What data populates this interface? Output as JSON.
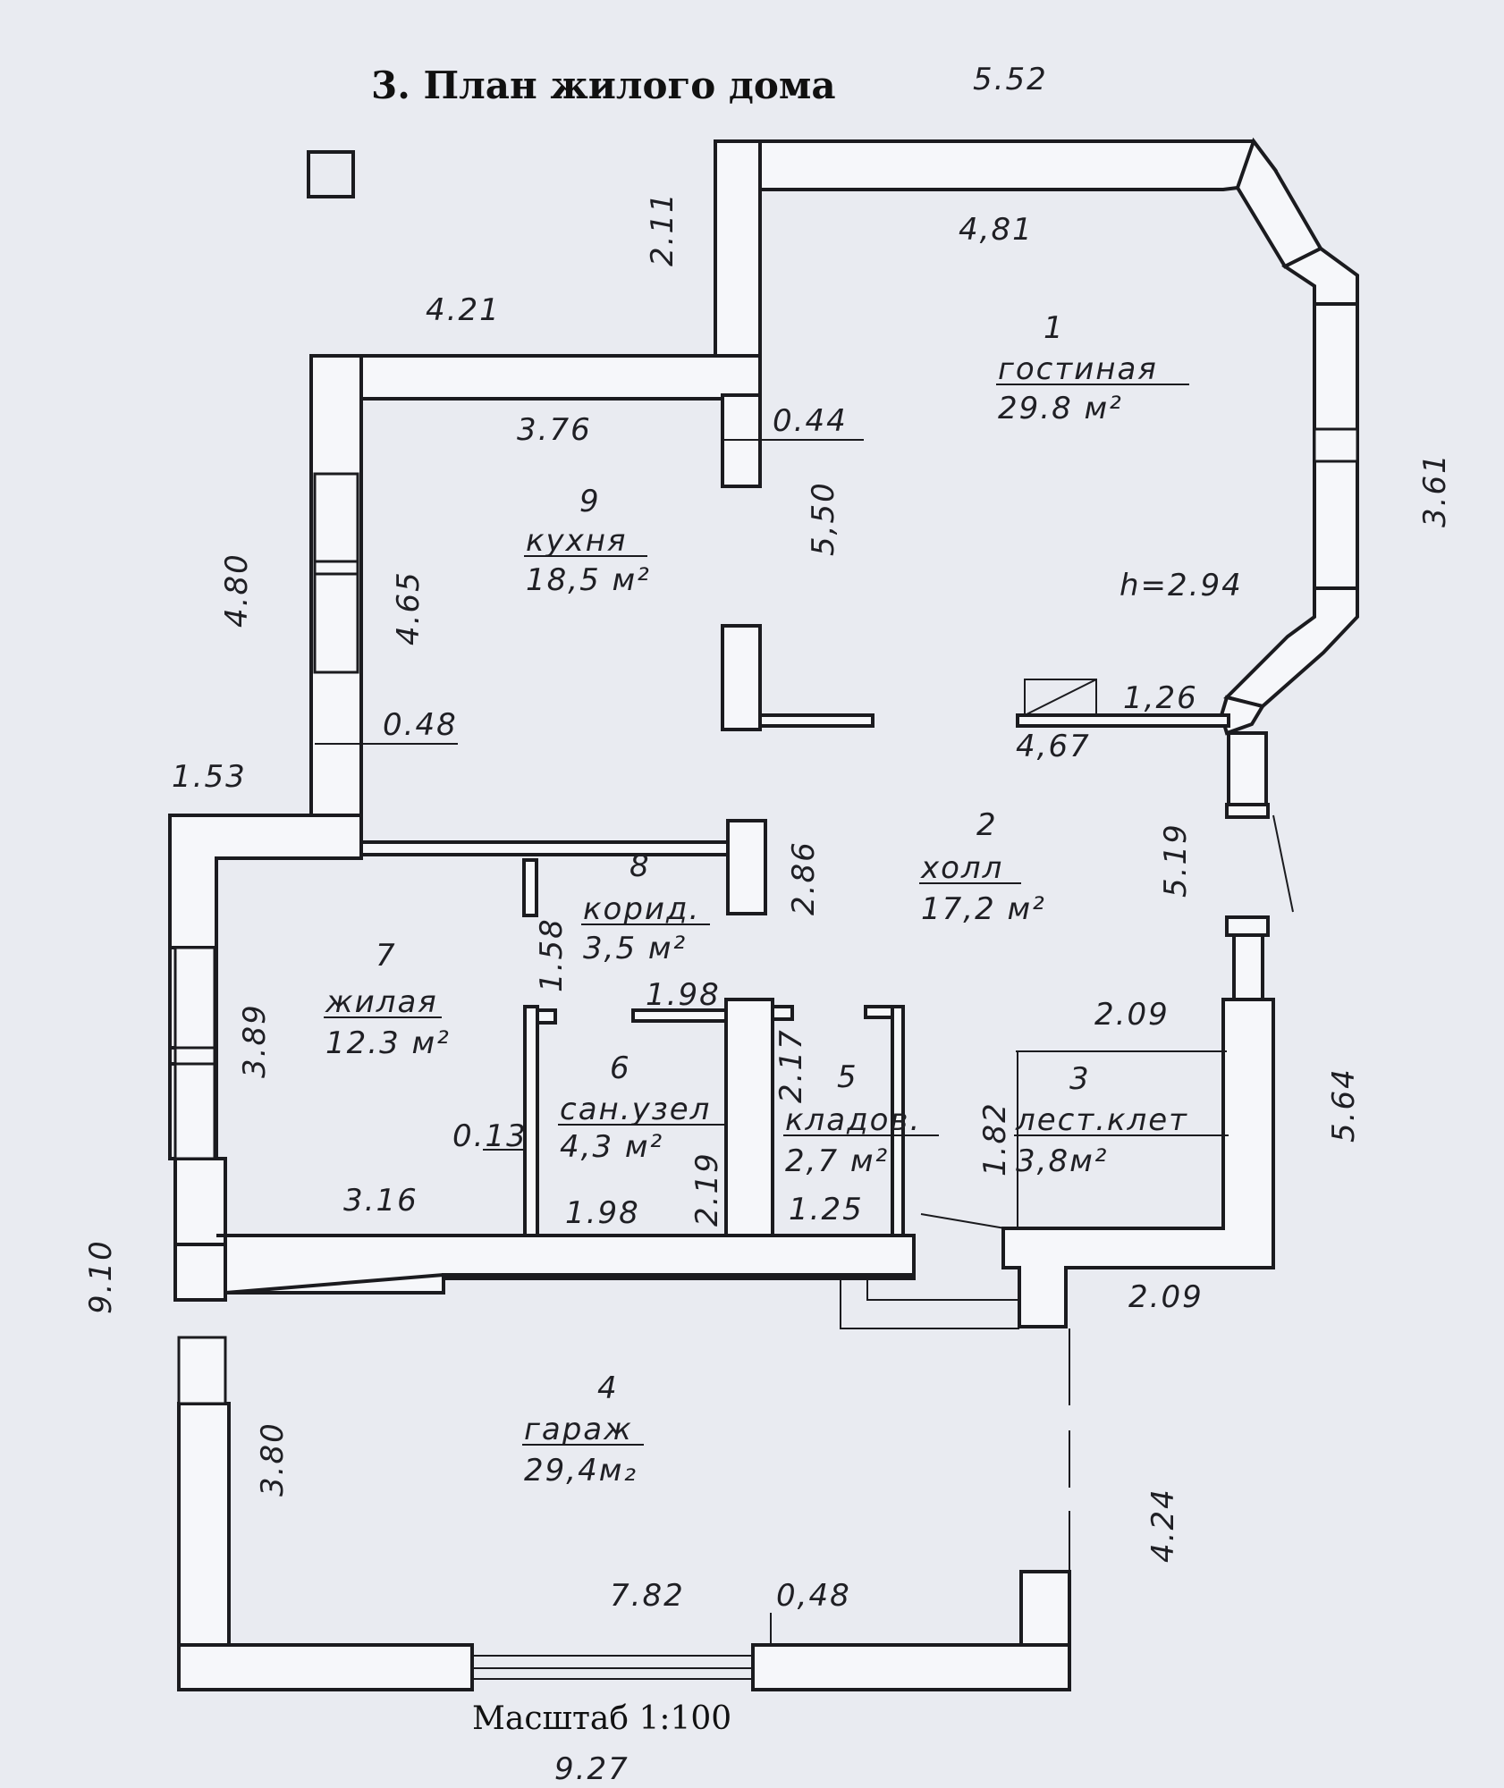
{
  "title": "3. План жилого дома",
  "scale_label": "Масштаб 1:100",
  "ceiling_height": "h=2.94",
  "rooms": [
    {
      "number": "1",
      "name": "гостиная",
      "area": "29.8  м²"
    },
    {
      "number": "2",
      "name": "холл",
      "area": "17,2  м²"
    },
    {
      "number": "3",
      "name": "лест.клет",
      "area": "3,8м²"
    },
    {
      "number": "4",
      "name": "гараж",
      "area": "29,4м₂"
    },
    {
      "number": "5",
      "name": "кладов.",
      "area": "2,7  м²"
    },
    {
      "number": "6",
      "name": "сан.узел",
      "area": "4,3  м²"
    },
    {
      "number": "7",
      "name": "жилая",
      "area": "12.3  м²"
    },
    {
      "number": "8",
      "name": "корид.",
      "area": "3,5  м²"
    },
    {
      "number": "9",
      "name": "кухня",
      "area": "18,5  м²"
    }
  ],
  "dimensions": [
    "5.52",
    "4,81",
    "2.11",
    "4.21",
    "3.76",
    "0.44",
    "5,50",
    "3.61",
    "4.80",
    "4.65",
    "0.48",
    "1.53",
    "1,26",
    "4,67",
    "5.19",
    "2.86",
    "1.58",
    "1.98",
    "2.17",
    "2.09",
    "5.64",
    "3.89",
    "0.13",
    "1.82",
    "3.16",
    "1.98",
    "2.19",
    "1.25",
    "9.10",
    "2.09",
    "3.80",
    "4.24",
    "7.82",
    "0,48",
    "9.27"
  ]
}
